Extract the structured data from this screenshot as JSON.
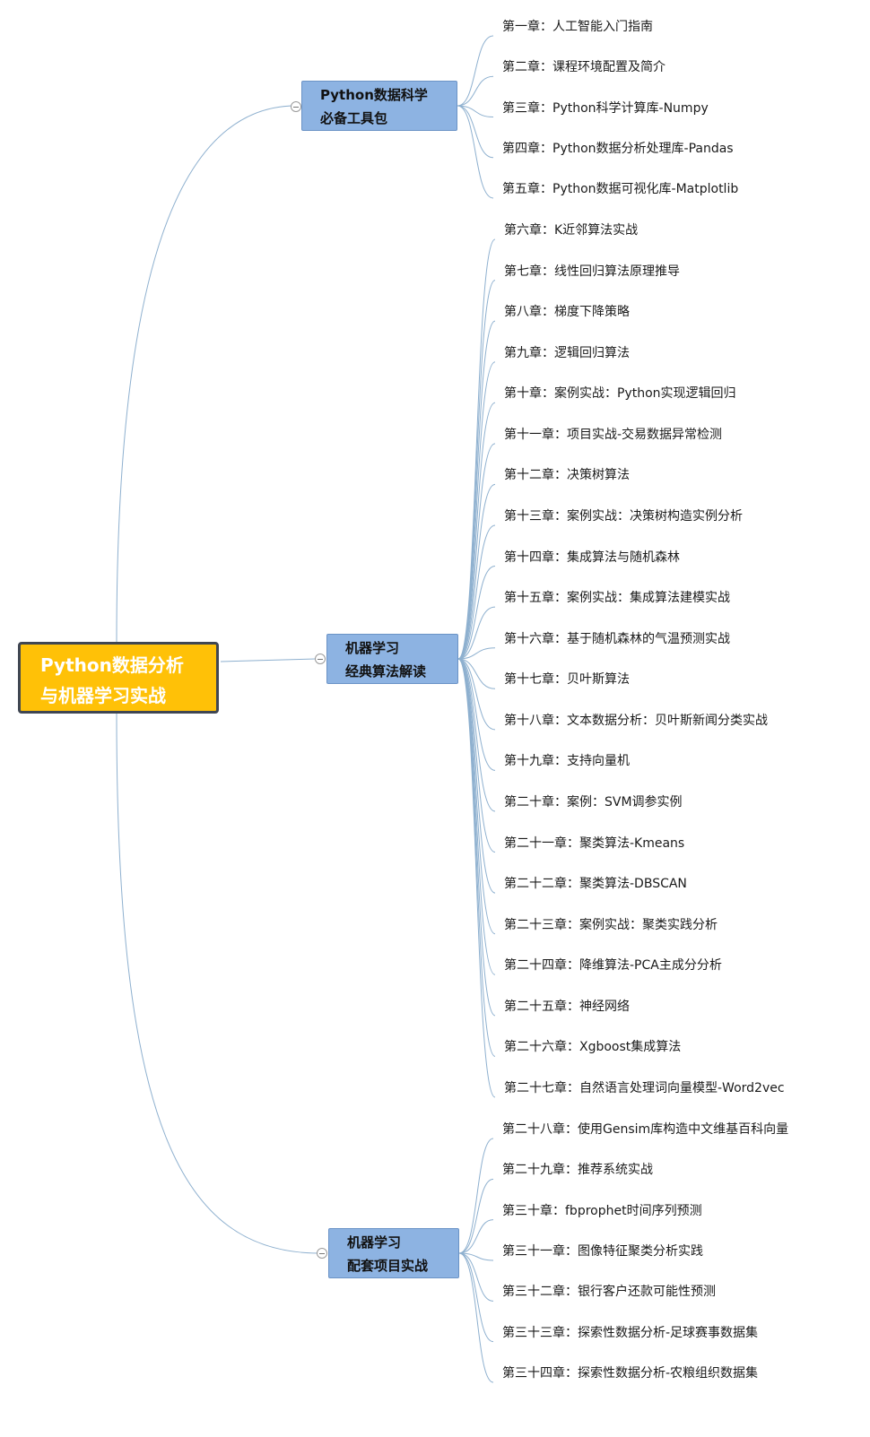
{
  "root": {
    "lines": [
      "Python数据分析",
      "与机器学习实战"
    ]
  },
  "branches": [
    {
      "lines": [
        "Python数据科学",
        "必备工具包"
      ],
      "chapters": [
        "第一章：人工智能入门指南",
        "第二章：课程环境配置及简介",
        "第三章：Python科学计算库-Numpy",
        "第四章：Python数据分析处理库-Pandas",
        "第五章：Python数据可视化库-Matplotlib"
      ]
    },
    {
      "lines": [
        "机器学习",
        "经典算法解读"
      ],
      "chapters": [
        "第六章：K近邻算法实战",
        "第七章：线性回归算法原理推导",
        "第八章：梯度下降策略",
        "第九章：逻辑回归算法",
        "第十章：案例实战：Python实现逻辑回归",
        "第十一章：项目实战-交易数据异常检测",
        "第十二章：决策树算法",
        "第十三章：案例实战：决策树构造实例分析",
        "第十四章：集成算法与随机森林",
        "第十五章：案例实战：集成算法建模实战",
        "第十六章：基于随机森林的气温预测实战",
        "第十七章：贝叶斯算法",
        "第十八章：文本数据分析：贝叶斯新闻分类实战",
        "第十九章：支持向量机",
        "第二十章：案例：SVM调参实例",
        "第二十一章：聚类算法-Kmeans",
        "第二十二章：聚类算法-DBSCAN",
        "第二十三章：案例实战：聚类实践分析",
        "第二十四章：降维算法-PCA主成分分析",
        "第二十五章：神经网络",
        "第二十六章：Xgboost集成算法",
        "第二十七章：自然语言处理词向量模型-Word2vec"
      ]
    },
    {
      "lines": [
        "机器学习",
        "配套项目实战"
      ],
      "chapters": [
        "第二十八章：使用Gensim库构造中文维基百科向量",
        "第二十九章：推荐系统实战",
        "第三十章：fbprophet时间序列预测",
        "第三十一章：图像特征聚类分析实践",
        "第三十二章：银行客户还款可能性预测",
        "第三十三章：探索性数据分析-足球赛事数据集",
        "第三十四章：探索性数据分析-农粮组织数据集"
      ]
    }
  ],
  "colors": {
    "root_fill": "#ffc107",
    "branch_fill": "#8db3e2",
    "line": "#8eb0cf"
  }
}
